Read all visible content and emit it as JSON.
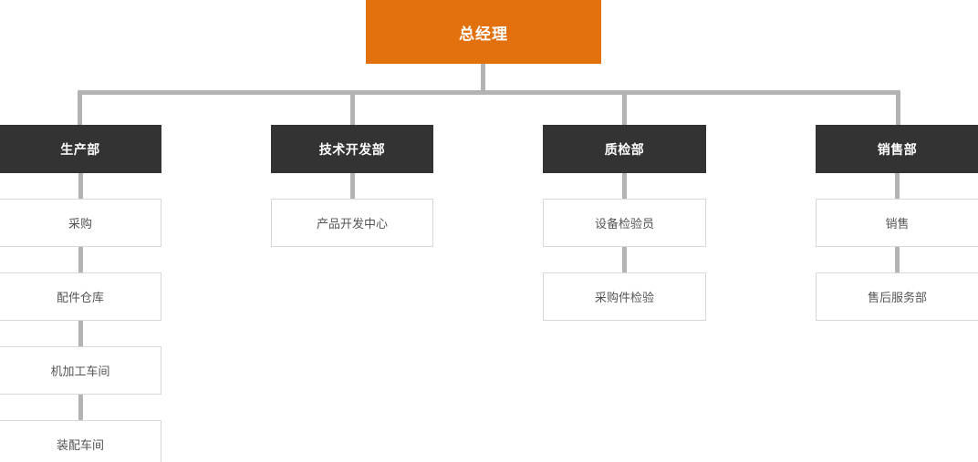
{
  "chart_title": "",
  "colors": {
    "root_bg": "#e2700c",
    "root_text": "#ffffff",
    "dept_bg": "#333333",
    "dept_text": "#ffffff",
    "sub_bg": "#ffffff",
    "sub_border": "#d8d8d8",
    "sub_text": "#555555",
    "connector": "#b3b3b3",
    "canvas_bg": "#ffffff"
  },
  "root": {
    "label": "总经理"
  },
  "columns": [
    {
      "dept": "生产部",
      "children": [
        {
          "label": "采购"
        },
        {
          "label": "配件仓库"
        },
        {
          "label": "机加工车间"
        },
        {
          "label": "装配车间"
        }
      ]
    },
    {
      "dept": "技术开发部",
      "children": [
        {
          "label": "产品开发中心"
        }
      ]
    },
    {
      "dept": "质检部",
      "children": [
        {
          "label": "设备检验员"
        },
        {
          "label": "采购件检验"
        }
      ]
    },
    {
      "dept": "销售部",
      "children": [
        {
          "label": "销售"
        },
        {
          "label": "售后服务部"
        }
      ]
    }
  ]
}
